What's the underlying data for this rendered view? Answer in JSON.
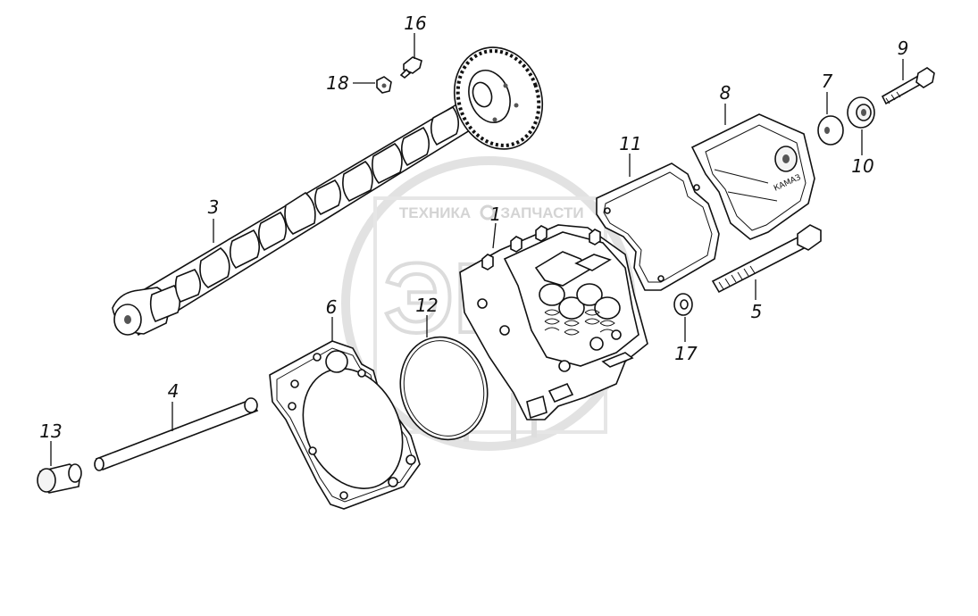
{
  "watermark": {
    "text_left": "ТЕХНИКА",
    "text_right": "ЗАПЧАСТИ",
    "logo": "ЭПП"
  },
  "callouts": [
    {
      "id": "1",
      "label": "1"
    },
    {
      "id": "3",
      "label": "3"
    },
    {
      "id": "4",
      "label": "4"
    },
    {
      "id": "5",
      "label": "5"
    },
    {
      "id": "6",
      "label": "6"
    },
    {
      "id": "7",
      "label": "7"
    },
    {
      "id": "8",
      "label": "8"
    },
    {
      "id": "9",
      "label": "9"
    },
    {
      "id": "10",
      "label": "10"
    },
    {
      "id": "11",
      "label": "11"
    },
    {
      "id": "12",
      "label": "12"
    },
    {
      "id": "13",
      "label": "13"
    },
    {
      "id": "16",
      "label": "16"
    },
    {
      "id": "17",
      "label": "17"
    },
    {
      "id": "18",
      "label": "18"
    }
  ],
  "cover_text": "КАМАЗ",
  "colors": {
    "line": "#111111",
    "watermark": "#d4d4d4",
    "background": "#ffffff"
  }
}
